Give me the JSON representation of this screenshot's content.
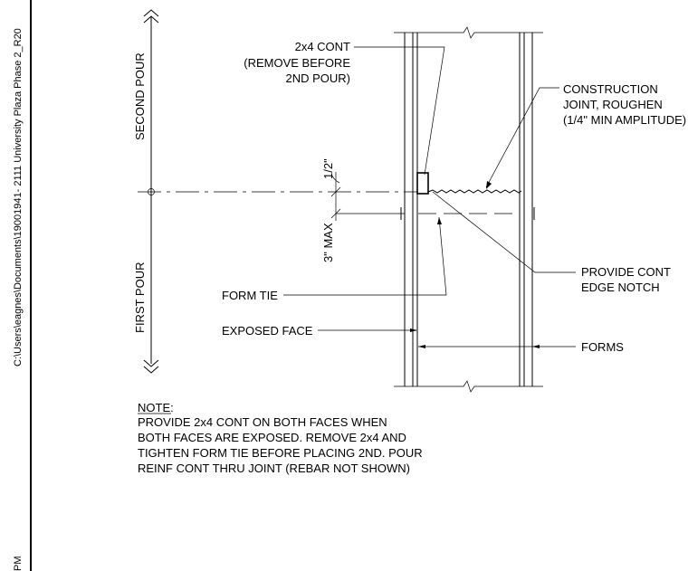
{
  "sidebar": {
    "file_path": "C:\\Users\\eagnes\\Documents\\19001941- 2111 University Plaza Phase 2_R20",
    "time_suffix": "PM"
  },
  "labels": {
    "second_pour": "SECOND POUR",
    "first_pour": "FIRST POUR",
    "cont_2x4_line1": "2x4 CONT",
    "cont_2x4_line2": "(REMOVE BEFORE",
    "cont_2x4_line3": "2ND POUR)",
    "construction_joint_line1": "CONSTRUCTION",
    "construction_joint_line2": "JOINT, ROUGHEN",
    "construction_joint_line3": "(1/4\" MIN AMPLITUDE)",
    "half_inch": "1/2\"",
    "three_in_max": "3\" MAX",
    "edge_notch_line1": "PROVIDE CONT",
    "edge_notch_line2": "EDGE NOTCH",
    "form_tie": "FORM TIE",
    "exposed_face": "EXPOSED FACE",
    "forms": "FORMS"
  },
  "note": {
    "heading": "NOTE:",
    "lines": [
      "PROVIDE 2x4 CONT ON BOTH FACES WHEN",
      "BOTH FACES ARE EXPOSED. REMOVE 2x4 AND",
      "TIGHTEN FORM TIE BEFORE PLACING 2ND. POUR",
      "REINF CONT THRU JOINT (REBAR NOT SHOWN)"
    ]
  }
}
